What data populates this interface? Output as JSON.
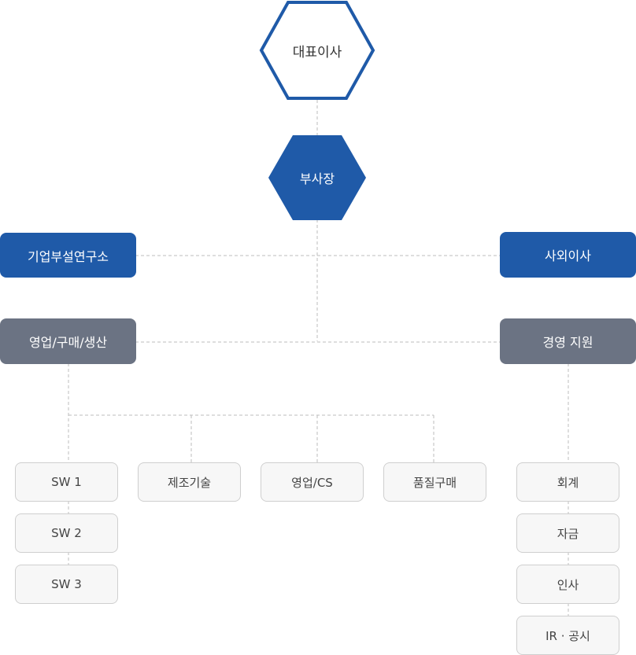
{
  "colors": {
    "primary": "#1f5aa8",
    "secondary": "#6b7383",
    "line": "#bdbdbd",
    "leaf_bg": "#f7f7f7",
    "leaf_border": "#cfcfcf"
  },
  "org": {
    "ceo": "대표이사",
    "vp": "부사장",
    "research": "기업부설연구소",
    "outside_director": "사외이사",
    "sales": "영업/구매/생산",
    "management": "경영 지원"
  },
  "sales_teams": [
    "SW 1",
    "SW 2",
    "SW 3"
  ],
  "sales_depts": [
    "제조기술",
    "영업/CS",
    "품질구매"
  ],
  "mgmt_teams": [
    "회계",
    "자금",
    "인사",
    "IR · 공시"
  ]
}
